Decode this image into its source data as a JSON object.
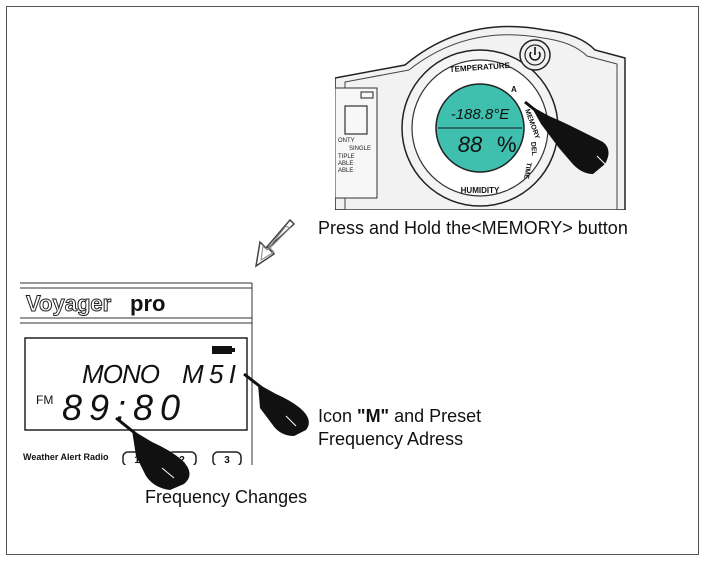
{
  "top_device": {
    "ring_labels": {
      "temperature": "TEMPERATURE",
      "humidity": "HUMIDITY",
      "alarm": "A",
      "memory": "MEMORY",
      "del": "DEL",
      "time": "TIME"
    },
    "lcd_temp": "-188.8°E",
    "lcd_humidity": "88",
    "lcd_percent": "%",
    "side_text": [
      "ONTY",
      "SINGLE",
      "TIPLE",
      "ABLE",
      "ABLE"
    ],
    "power_icon": "power-icon"
  },
  "captions": {
    "memory_instruction": "Press and Hold the<MEMORY> button",
    "icon_m_line1_prefix": "Icon ",
    "icon_m_line1_bold": "\"M\"",
    "icon_m_line1_suffix": " and Preset",
    "icon_m_line2": "Frequency Adress",
    "frequency_changes": "Frequency Changes"
  },
  "radio": {
    "brand_voyager": "Voyager",
    "brand_pro": "pro",
    "lcd_mode": "MONO",
    "lcd_preset": "M5I",
    "lcd_band": "FM",
    "lcd_frequency": "89:80",
    "bottom_label": "Weather Alert Radio",
    "preset_buttons": [
      "1",
      "2",
      "3"
    ]
  },
  "icons": {
    "arrow": "hollow-arrow-icon",
    "pointer": "pointing-hand-icon",
    "battery": "battery-icon"
  }
}
